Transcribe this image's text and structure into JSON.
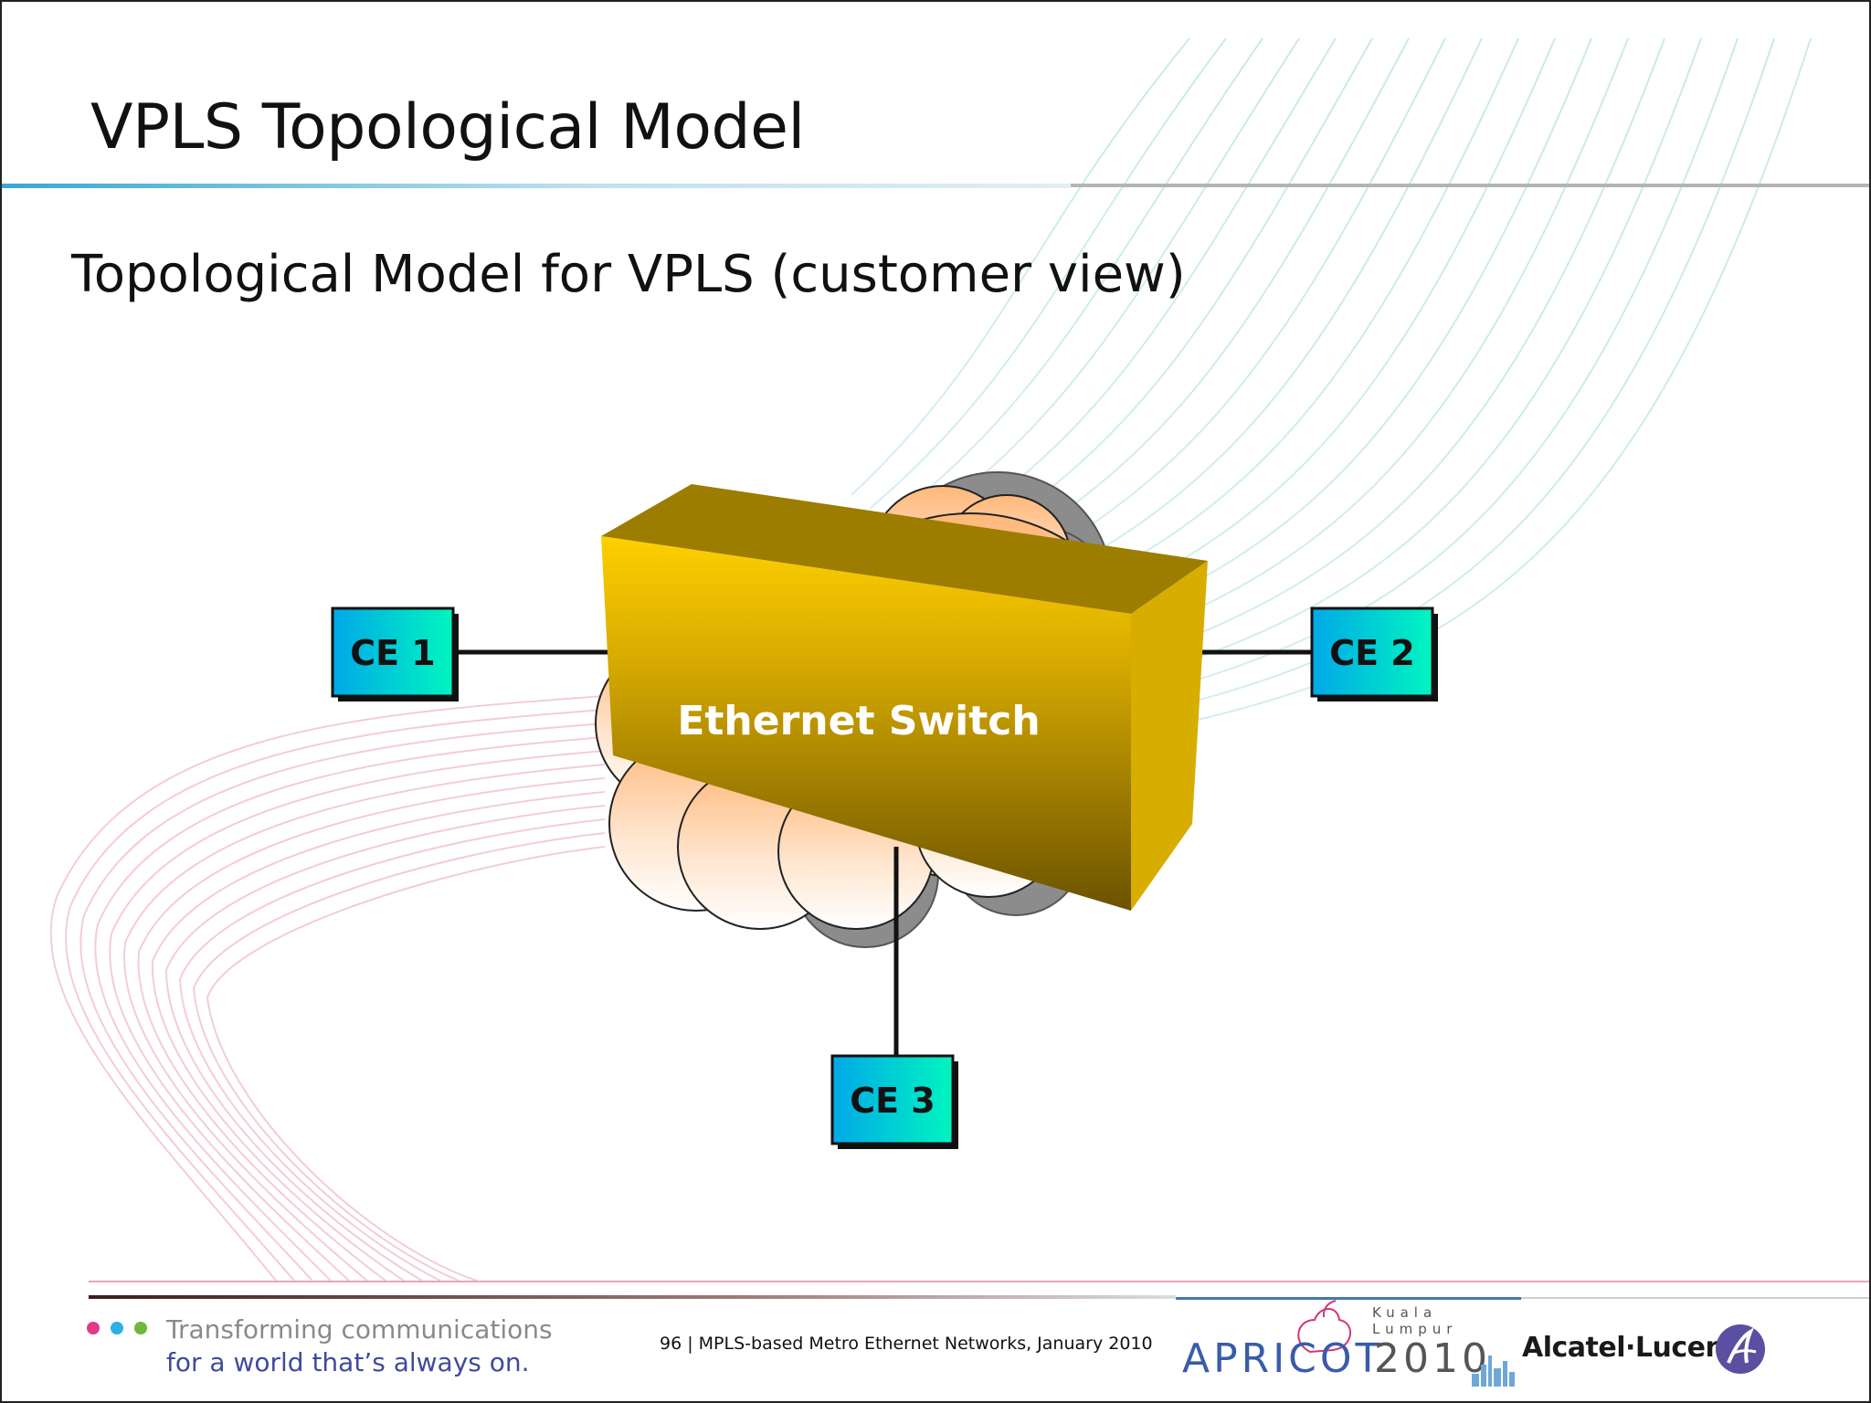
{
  "slide": {
    "title": "VPLS Topological Model",
    "subtitle": "Topological Model for VPLS (customer view)"
  },
  "diagram": {
    "switch_label": "Ethernet Switch",
    "nodes": [
      {
        "id": "ce1",
        "label": "CE 1"
      },
      {
        "id": "ce2",
        "label": "CE 2"
      },
      {
        "id": "ce3",
        "label": "CE 3"
      }
    ],
    "colors": {
      "switch_front_top": "#ffd000",
      "switch_front_bottom": "#6b5200",
      "switch_top": "#9c7d00",
      "switch_side": "#d7ae00",
      "ce_left": "#00a8e8",
      "ce_right": "#00f5c0",
      "cloud_top": "#ffb87a"
    }
  },
  "footer": {
    "tagline_line1": "Transforming communications",
    "tagline_line2": "for a world that’s always on.",
    "page_text": "96 | MPLS-based Metro Ethernet Networks, January 2010",
    "apricot_word": "APRICOT",
    "apricot_year": "2010",
    "apricot_city": "Kuala Lumpur",
    "brand": "Alcatel·Lucent",
    "dot_colors": [
      "#e3388a",
      "#2bb0e8",
      "#6cb83a"
    ]
  }
}
